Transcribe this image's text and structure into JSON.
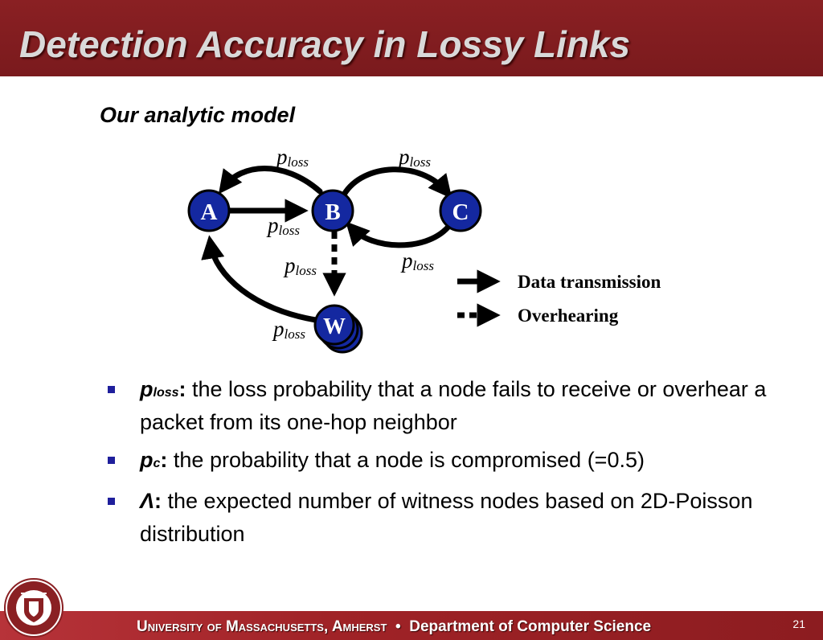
{
  "slide": {
    "title": "Detection Accuracy in Lossy Links",
    "subtitle": "Our analytic model"
  },
  "diagram": {
    "nodes": [
      {
        "id": "A",
        "label": "A"
      },
      {
        "id": "B",
        "label": "B"
      },
      {
        "id": "C",
        "label": "C"
      },
      {
        "id": "W",
        "label": "W"
      }
    ],
    "edge_label_main": "p",
    "edge_label_sub": "loss",
    "legend": {
      "data_transmission": "Data transmission",
      "overhearing": "Overhearing"
    },
    "colors": {
      "node_fill": "#1428a0",
      "node_text": "#ffffff",
      "edge": "#000000"
    }
  },
  "bullets": [
    {
      "symbol": "p",
      "subscript": "loss",
      "colon": ":",
      "text": " the loss probability that a node fails to receive or overhear a packet from its one-hop neighbor"
    },
    {
      "symbol": "p",
      "subscript": "c",
      "colon": ":",
      "text": " the probability that a node is compromised (=0.5)"
    },
    {
      "symbol": "Λ",
      "subscript": "",
      "colon": ":",
      "text": " the expected number of witness nodes based on 2D-Poisson distribution"
    }
  ],
  "footer": {
    "university_1": "University of Massachusetts, Amherst",
    "separator": "•",
    "department": "Department of Computer Science",
    "slide_number": "21"
  },
  "colors": {
    "title_bar": "#7a1a1d",
    "title_text": "#d9d9d9",
    "bullet": "#1f1f9c",
    "footer": "#a02327"
  }
}
